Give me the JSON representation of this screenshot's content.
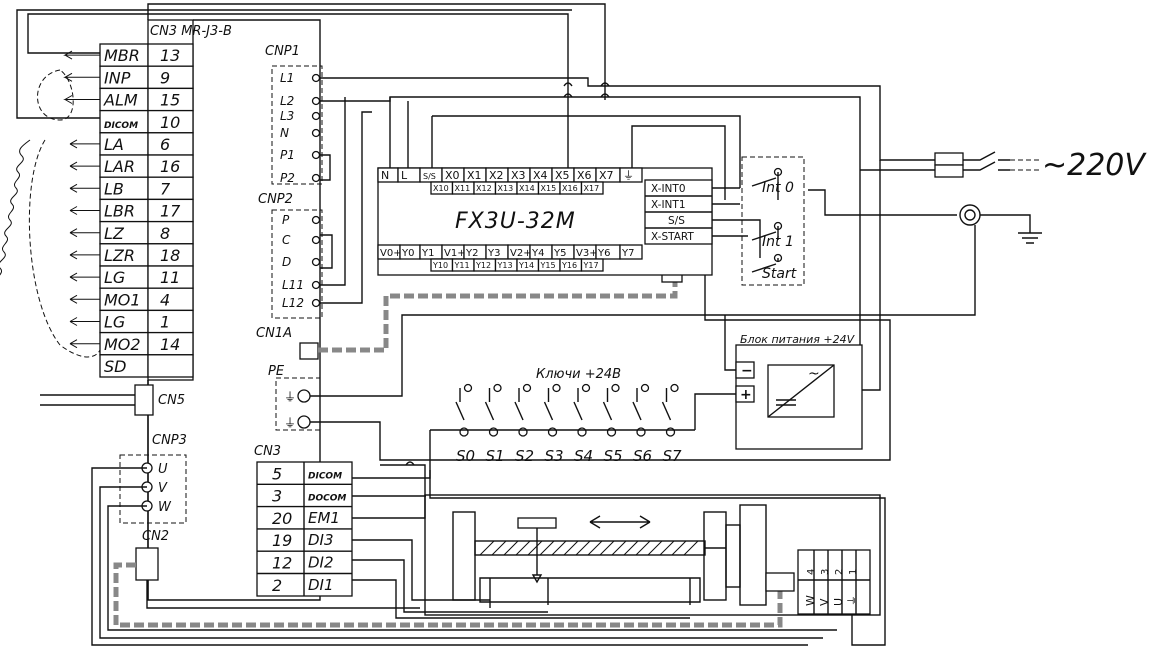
{
  "cn3_title": "CN3 MR-J3-B",
  "cn3_pins": [
    {
      "name": "MBR",
      "num": "13"
    },
    {
      "name": "INP",
      "num": "9"
    },
    {
      "name": "ALM",
      "num": "15"
    },
    {
      "name": "DICOM",
      "num": "10"
    },
    {
      "name": "LA",
      "num": "6"
    },
    {
      "name": "LAR",
      "num": "16"
    },
    {
      "name": "LB",
      "num": "7"
    },
    {
      "name": "LBR",
      "num": "17"
    },
    {
      "name": "LZ",
      "num": "8"
    },
    {
      "name": "LZR",
      "num": "18"
    },
    {
      "name": "LG",
      "num": "11"
    },
    {
      "name": "MO1",
      "num": "4"
    },
    {
      "name": "LG",
      "num": "1"
    },
    {
      "name": "MO2",
      "num": "14"
    },
    {
      "name": "SD",
      "num": ""
    }
  ],
  "cnp1": {
    "label": "CNP1",
    "pins": [
      "L1",
      "L2",
      "L3",
      "N",
      "P1",
      "P2"
    ]
  },
  "cnp2": {
    "label": "CNP2",
    "pins": [
      "P",
      "C",
      "D",
      "L11",
      "L12"
    ]
  },
  "cn1a": "CN1A",
  "pe": "PE",
  "cn5": "CN5",
  "cnp3": {
    "label": "CNP3",
    "pins": [
      "U",
      "V",
      "W"
    ]
  },
  "cn2": "CN2",
  "cn3_lower": {
    "label": "CN3",
    "rows": [
      {
        "num": "5",
        "name": "DICOM"
      },
      {
        "num": "3",
        "name": "DOCOM"
      },
      {
        "num": "20",
        "name": "EM1"
      },
      {
        "num": "19",
        "name": "DI3"
      },
      {
        "num": "12",
        "name": "DI2"
      },
      {
        "num": "2",
        "name": "DI1"
      }
    ]
  },
  "plc": {
    "model": "FX3U-32M",
    "top_terms": [
      "N",
      "L",
      "S/S",
      "X0",
      "X1",
      "X2",
      "X3",
      "X4",
      "X5",
      "X6",
      "X7",
      "⏚"
    ],
    "top_terms2": [
      "X10",
      "X11",
      "X12",
      "X13",
      "X14",
      "X15",
      "X16",
      "X17"
    ],
    "bot_terms": [
      "V0+",
      "Y0",
      "Y1",
      "V1+",
      "Y2",
      "Y3",
      "V2+",
      "Y4",
      "Y5",
      "V3+",
      "Y6",
      "Y7"
    ],
    "bot_terms2": [
      "Y10",
      "Y11",
      "Y12",
      "Y13",
      "Y14",
      "Y15",
      "Y16",
      "Y17"
    ],
    "side": [
      "X-INT0",
      "X-INT1",
      "S/S",
      "X-START"
    ]
  },
  "buttons": [
    "Int 0",
    "Int 1",
    "Start"
  ],
  "supply_voltage": "~220V",
  "psu": {
    "title": "Блок питания +24V",
    "minus": "−",
    "plus": "+"
  },
  "keys_title": "Ключи +24В",
  "switches": [
    "S0",
    "S1",
    "S2",
    "S3",
    "S4",
    "S5",
    "S6",
    "S7"
  ],
  "motor_terms": {
    "nums": [
      "4",
      "3",
      "2",
      "1"
    ],
    "names": [
      "W",
      "V",
      "U",
      "⏚"
    ]
  }
}
